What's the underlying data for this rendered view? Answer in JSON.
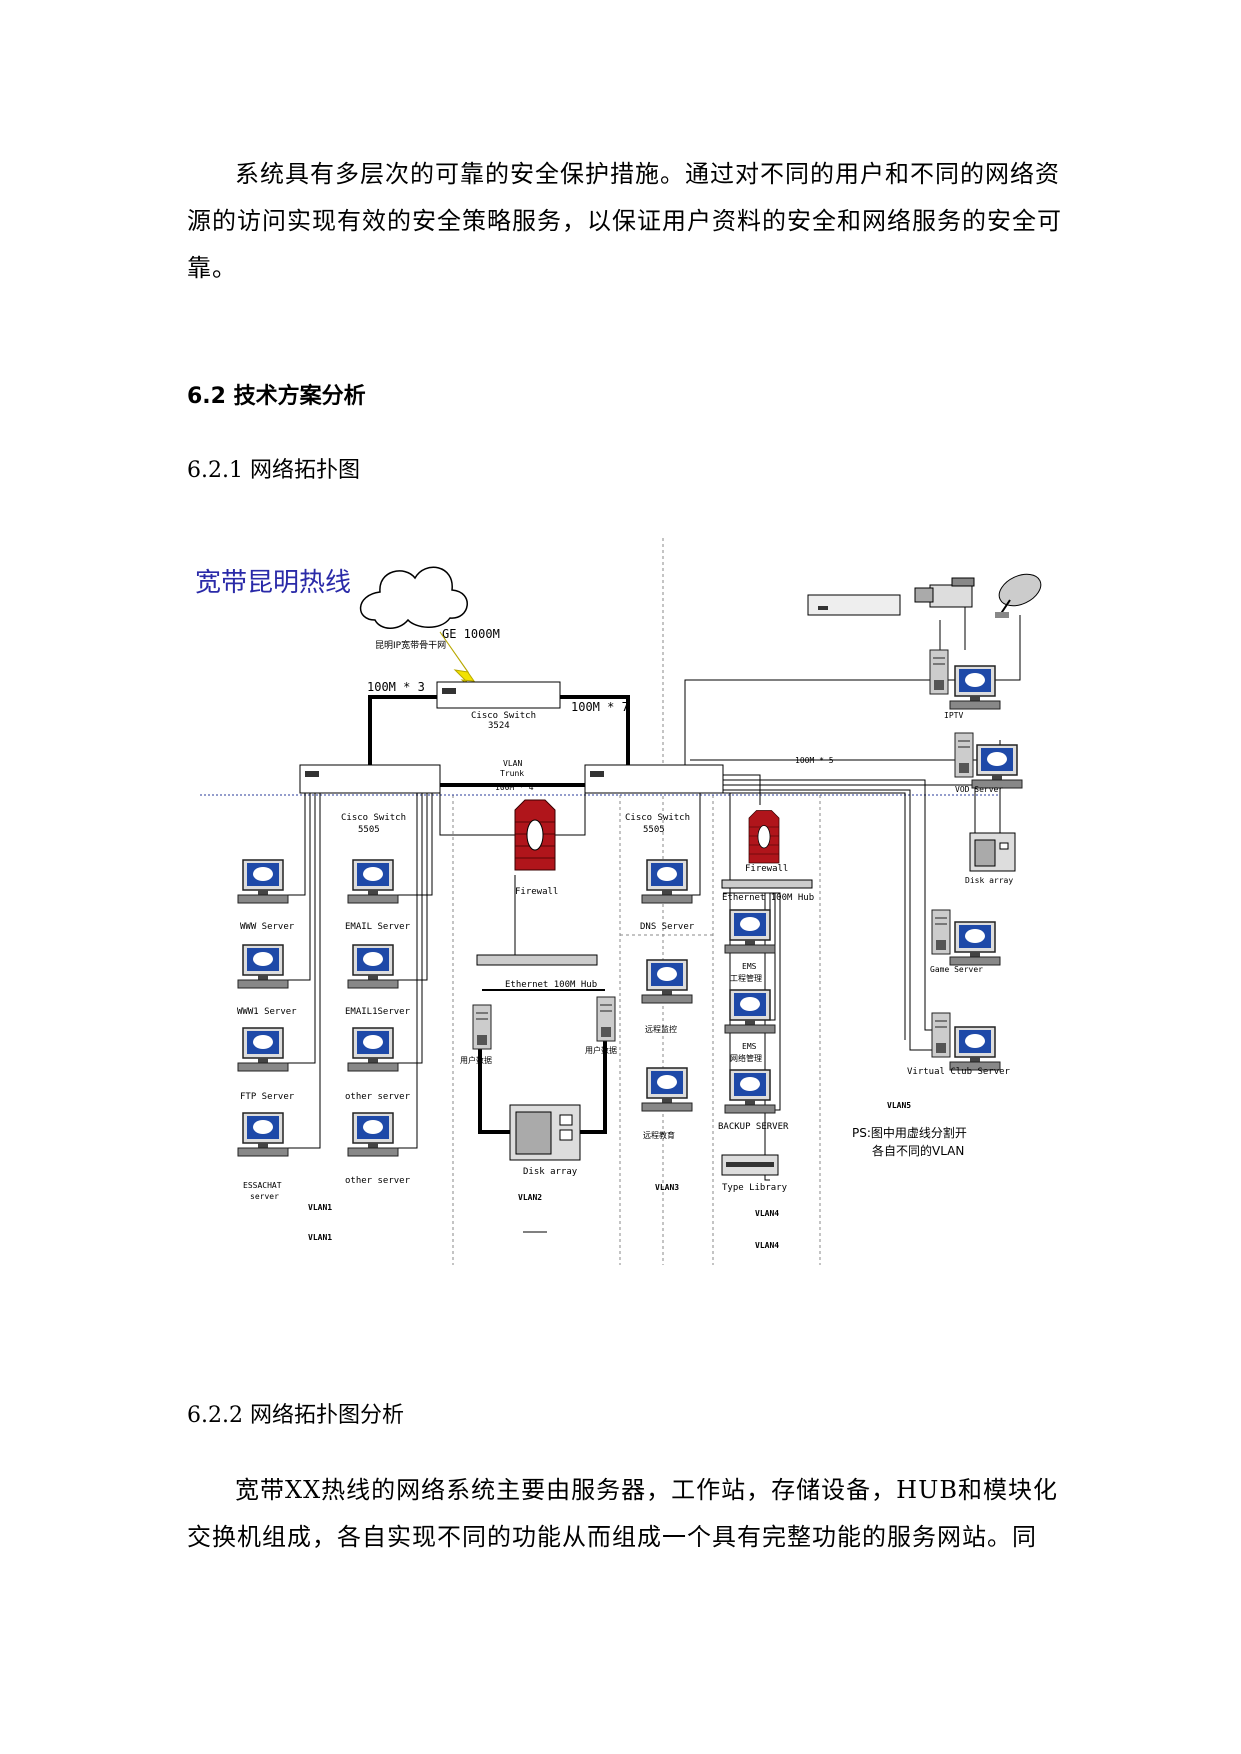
{
  "intro": {
    "text": "系统具有多层次的可靠的安全保护措施。通过对不同的用户和不同的网络资源的访问实现有效的安全策略服务，以保证用户资料的安全和网络服务的安全可靠。"
  },
  "section": {
    "title": "6.2 技术方案分析"
  },
  "subsection1": {
    "title": "6.2.1 网络拓扑图"
  },
  "subsection2": {
    "title": "6.2.2 网络拓扑图分析"
  },
  "outro": {
    "text": "宽带XX热线的网络系统主要由服务器，工作站，存储设备，HUB和模块化交换机组成，各自实现不同的功能从而组成一个具有完整功能的服务网站。同"
  },
  "diagram": {
    "title": "宽带昆明热线",
    "cloud_label": "昆明IP宽带骨干网",
    "ge_link": "GE 1000M",
    "link_left": "100M * 3",
    "link_right": "100M * 7",
    "trunk_label1": "VLAN",
    "trunk_label2": "Trunk",
    "trunk_label3": "100M * 4",
    "link_iptv": "100M * 5",
    "switch_top": [
      "Cisco Switch",
      "3524"
    ],
    "switch_left": [
      "Cisco Switch",
      "5505"
    ],
    "switch_right": [
      "Cisco Switch",
      "5505"
    ],
    "firewall_mid": "Firewall",
    "firewall_right": "Firewall",
    "hub_mid": "Ethernet 100M Hub",
    "hub_right": "Ethernet 100M Hub",
    "servers_col1": [
      "WWW Server",
      "WWW1 Server",
      "FTP Server",
      "ESSACHAT",
      "server"
    ],
    "servers_col2": [
      "EMAIL Server",
      "EMAIL1Server",
      "other server",
      "other server"
    ],
    "user_left": "用户数据",
    "user_right": "用户数据",
    "disk_mid": "Disk array",
    "vlan1": "VLAN1",
    "vlan1b": "VLAN1",
    "vlan2": "VLAN2",
    "vlan3": "VLAN3",
    "vlan4": "VLAN4",
    "vlan4b": "VLAN4",
    "vlan5": "VLAN5",
    "dns": "DNS Server",
    "remote1": "远程监控",
    "remote2": "远程教育",
    "ems1": [
      "EMS",
      "工程管理"
    ],
    "ems2": [
      "EMS",
      "网络管理"
    ],
    "backup": "BACKUP SERVER",
    "type_lib": "Type Library",
    "iptv": "IPTV",
    "vod": "VOD Server",
    "disk_right": "Disk array",
    "game": "Game Server",
    "vclub": "Virtual Club Server",
    "ps1": "PS:图中用虚线分割开",
    "ps2": "各自不同的VLAN"
  },
  "colors": {
    "title_blue": "#2a2aa8",
    "firewall_red": "#b0151b",
    "lightning": "#f2e200",
    "vlan_line": "#2a3b9a"
  }
}
